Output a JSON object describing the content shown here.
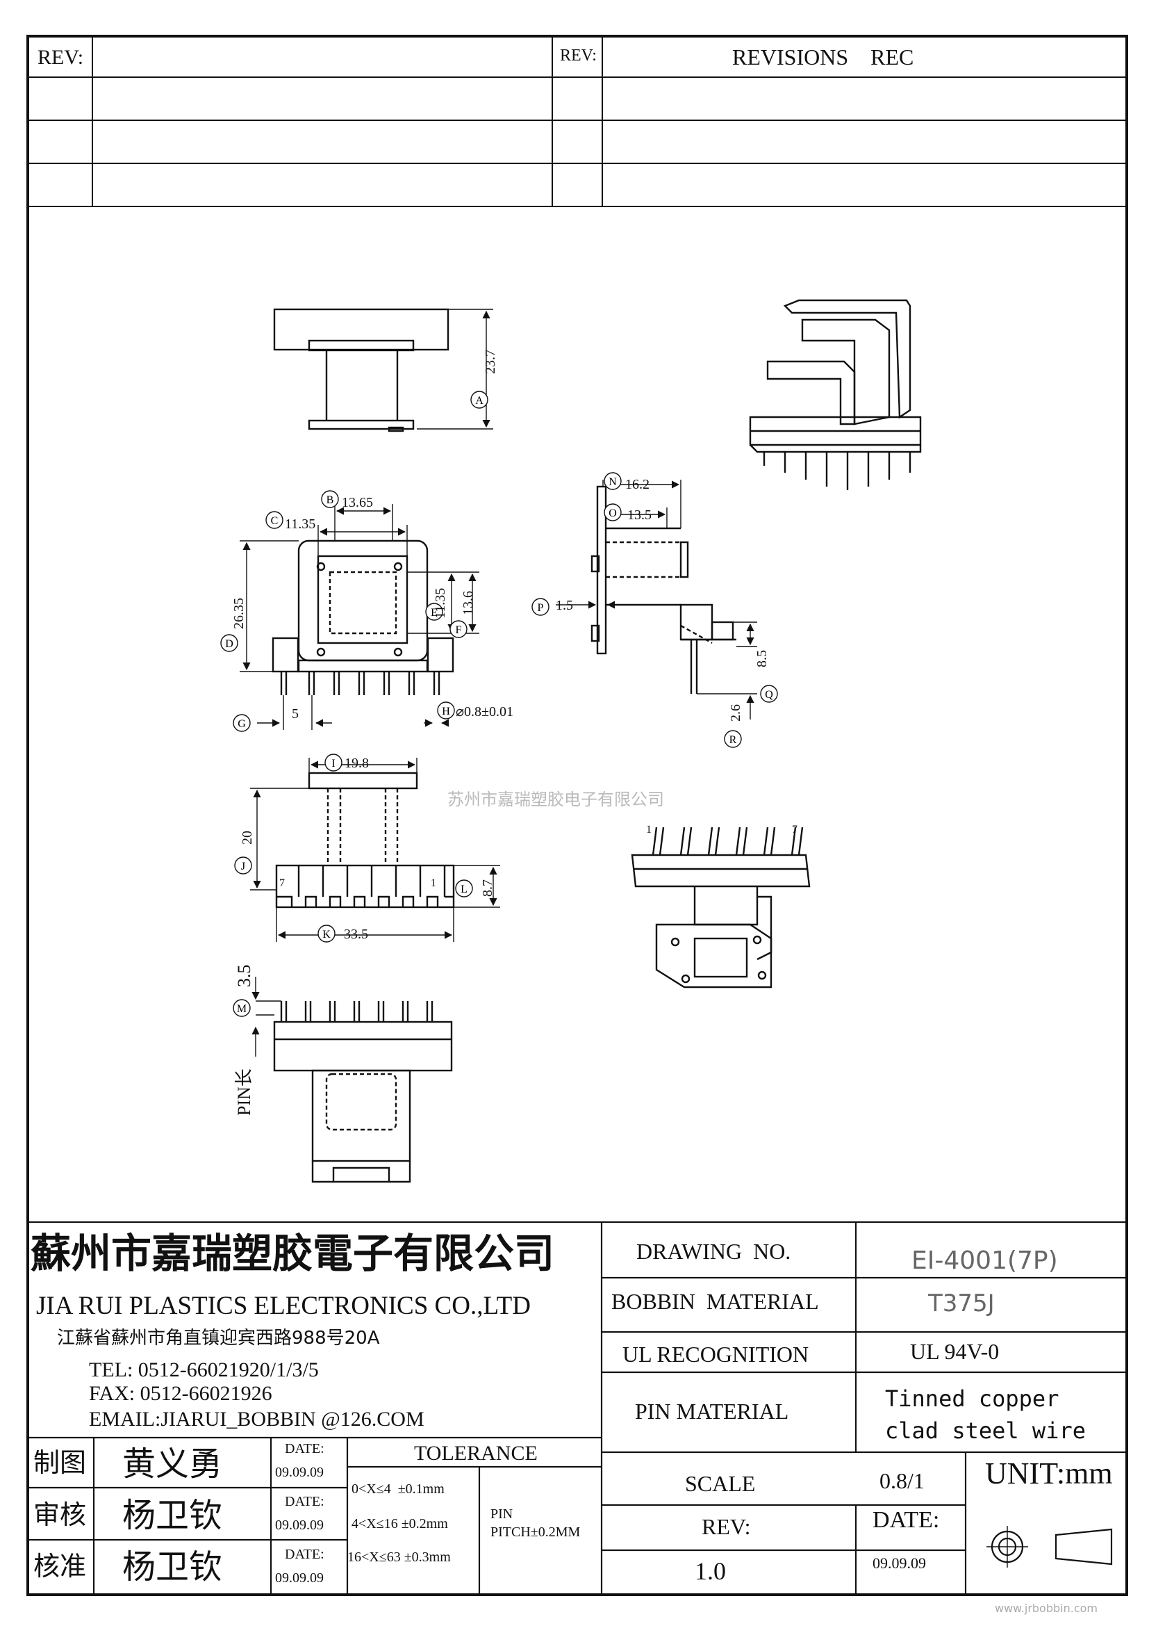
{
  "revision_table": {
    "left_header": "REV:",
    "mid_header": "REV:",
    "right_header": "REVISIONS    REC"
  },
  "labels": {
    "A": "A",
    "B": "B",
    "C": "C",
    "D": "D",
    "E": "E",
    "F": "F",
    "G": "G",
    "H": "H",
    "I": "I",
    "J": "J",
    "K": "K",
    "L": "L",
    "M": "M",
    "N": "N",
    "O": "O",
    "P": "P",
    "Q": "Q",
    "R": "R"
  },
  "dimensions": {
    "A": "23.7",
    "B": "13.65",
    "C": "11.35",
    "D": "26.35",
    "E": "11.35",
    "F": "13.6",
    "G": "5",
    "H": "⌀0.8±0.01",
    "I": "19.8",
    "J": "20",
    "K": "33.5",
    "L": "8.7",
    "M": "3.5",
    "N": "16.2",
    "O": "13.5",
    "P": "1.5",
    "Q": "8.5",
    "R": "2.6"
  },
  "pin_length_label": "PIN长",
  "pin_numbers": {
    "seven": "7",
    "one": "1"
  },
  "watermark": "苏州市嘉瑞塑胶电子有限公司",
  "company": {
    "name_cn": "蘇州市嘉瑞塑胶電子有限公司",
    "name_en": "JIA RUI PLASTICS ELECTRONICS CO.,LTD",
    "address": "江蘇省蘇州市角直镇迎宾西路988号20A",
    "tel": "TEL: 0512-66021920/1/3/5",
    "fax": "FAX: 0512-66021926",
    "email": "EMAIL:JIARUI_BOBBIN @126.COM"
  },
  "title_block": {
    "drawing_no_label": "DRAWING  NO.",
    "drawing_no": "EI-4001(7P)",
    "bobbin_material_label": "BOBBIN  MATERIAL",
    "bobbin_material": "T375J",
    "ul_label": "UL RECOGNITION",
    "ul_value": "UL 94V-0",
    "pin_material_label": "PIN MATERIAL",
    "pin_material_line1": "Tinned copper",
    "pin_material_line2": "clad steel wire",
    "scale_label": "SCALE",
    "scale_value": "0.8/1",
    "unit": "UNIT:mm",
    "rev_label": "REV:",
    "rev_value": "1.0",
    "date_label": "DATE:",
    "date_value": "09.09.09"
  },
  "signoff": [
    {
      "role": "制图",
      "name": "黄义勇",
      "date_label": "DATE:",
      "date": "09.09.09"
    },
    {
      "role": "审核",
      "name": "杨卫钦",
      "date_label": "DATE:",
      "date": "09.09.09"
    },
    {
      "role": "核准",
      "name": "杨卫钦",
      "date_label": "DATE:",
      "date": "09.09.09"
    }
  ],
  "tolerance": {
    "title": "TOLERANCE",
    "rows": [
      "0<X≤4  ±0.1mm",
      "4<X≤16 ±0.2mm",
      "16<X≤63 ±0.3mm"
    ],
    "pin_line1": "PIN",
    "pin_line2": "PITCH±0.2MM"
  },
  "footer_url": "www.jrbobbin.com"
}
